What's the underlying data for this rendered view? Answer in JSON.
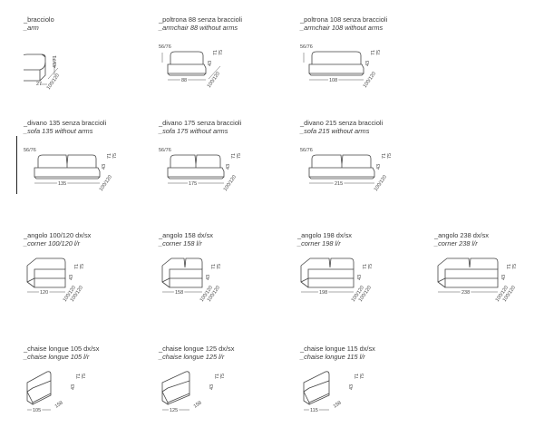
{
  "items": [
    {
      "it": "_bracciolo",
      "en": "_arm",
      "dims": {
        "w": "27",
        "d": "100/120",
        "h": "43/71"
      }
    },
    {
      "it": "_poltrona 88 senza braccioli",
      "en": "_armchair 88 without arms",
      "dims": {
        "s": "56/76",
        "w": "88",
        "d": "100/120",
        "h": "43",
        "h2": "71",
        "h3": "75"
      }
    },
    {
      "it": "_poltrona 108 senza braccioli",
      "en": "_armchair 108 without arms",
      "dims": {
        "s": "56/76",
        "w": "108",
        "d": "100/120",
        "h": "43",
        "h2": "71",
        "h3": "75"
      }
    },
    {
      "it": "_divano 135 senza braccioli",
      "en": "_sofa 135 without arms",
      "dims": {
        "s": "56/76",
        "w": "135",
        "d": "100/120",
        "h": "43",
        "h2": "71",
        "h3": "75"
      }
    },
    {
      "it": "_divano 175 senza braccioli",
      "en": "_sofa 175 without arms",
      "dims": {
        "s": "56/76",
        "w": "175",
        "d": "100/120",
        "h": "43",
        "h2": "71",
        "h3": "75"
      }
    },
    {
      "it": "_divano 215 senza braccioli",
      "en": "_sofa 215 without arms",
      "dims": {
        "s": "56/76",
        "w": "215",
        "d": "100/120",
        "h": "43",
        "h2": "71",
        "h3": "75"
      }
    },
    {
      "it": "_angolo 100/120 dx/sx",
      "en": "_corner 100/120 l/r",
      "dims": {
        "w": "120",
        "d": "100/120",
        "d2": "100/120",
        "h": "43",
        "h2": "71",
        "h3": "75"
      }
    },
    {
      "it": "_angolo 158 dx/sx",
      "en": "_corner 158 l/r",
      "dims": {
        "w": "158",
        "d": "100/120",
        "d2": "100/120",
        "h": "43",
        "h2": "71",
        "h3": "75"
      }
    },
    {
      "it": "_angolo 198 dx/sx",
      "en": "_corner 198 l/r",
      "dims": {
        "w": "198",
        "d": "100/120",
        "d2": "100/120",
        "h": "43",
        "h2": "71",
        "h3": "75"
      }
    },
    {
      "it": "_angolo 238 dx/sx",
      "en": "_corner 238 l/r",
      "dims": {
        "w": "238",
        "d": "100/120",
        "d2": "100/120",
        "h": "43",
        "h2": "71",
        "h3": "75"
      }
    },
    {
      "it": "_chaise longue 105 dx/sx",
      "en": "_chaise longue 105 l/r",
      "dims": {
        "w": "105",
        "d": "158",
        "h": "43",
        "h2": "71",
        "h3": "75"
      }
    },
    {
      "it": "_chaise longue 125 dx/sx",
      "en": "_chaise longue 125 l/r",
      "dims": {
        "w": "125",
        "d": "158",
        "h": "43",
        "h2": "71",
        "h3": "75"
      }
    },
    {
      "it": "_chaise longue 115 dx/sx",
      "en": "_chaise longue 115 l/r",
      "dims": {
        "w": "115",
        "d": "158",
        "h": "43",
        "h2": "71",
        "h3": "75"
      }
    }
  ]
}
